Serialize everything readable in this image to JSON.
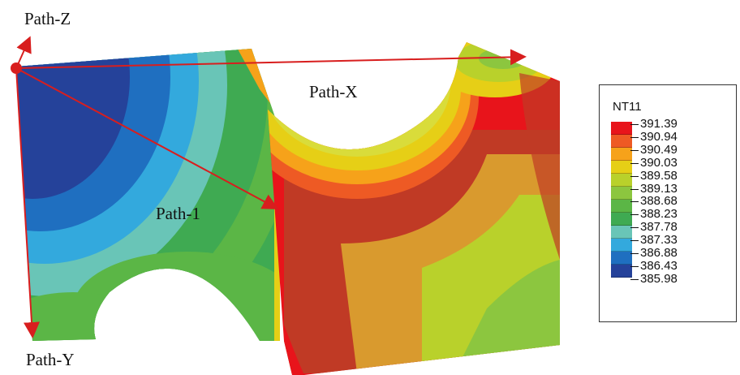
{
  "labels": {
    "path_z": "Path-Z",
    "path_x": "Path-X",
    "path_1": "Path-1",
    "path_y": "Path-Y"
  },
  "legend": {
    "title": "NT11",
    "values": [
      "391.39",
      "390.94",
      "390.49",
      "390.03",
      "389.58",
      "389.13",
      "388.68",
      "388.23",
      "387.78",
      "387.33",
      "386.88",
      "386.43",
      "385.98"
    ],
    "colors": [
      "#e8141b",
      "#ee5a24",
      "#f6a21a",
      "#e6cf16",
      "#b9d12b",
      "#8cc63f",
      "#5bb646",
      "#3faa52",
      "#69c5b7",
      "#33a9dd",
      "#1f6fc0",
      "#25429a"
    ]
  },
  "palette": {
    "path_arrow": "#d81e1e",
    "deep_blue": "#25429a",
    "green": "#3faa52",
    "red": "#e8141b"
  }
}
